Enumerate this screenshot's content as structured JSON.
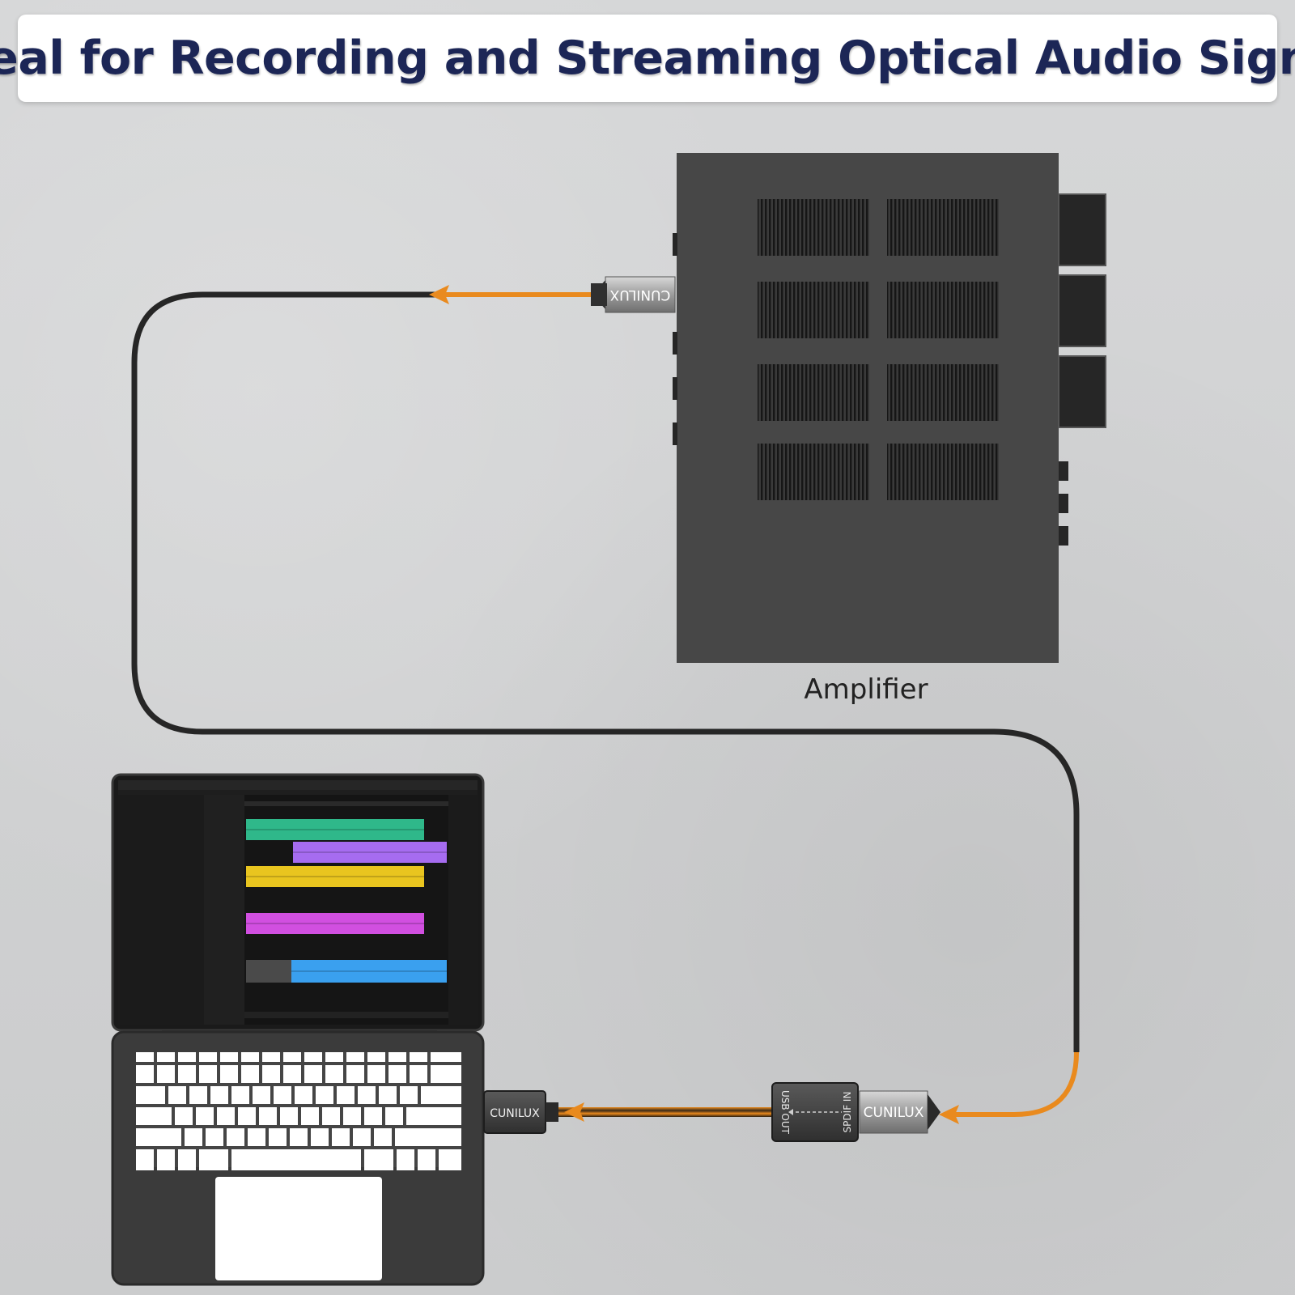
{
  "title": "Ideal for Recording and Streaming Optical Audio Signal",
  "amplifier": {
    "label": "Amplifier"
  },
  "adapter": {
    "port_left": "USB OUT",
    "port_right": "SPDIF IN"
  },
  "brand": "CUNILUX",
  "colors": {
    "title_text": "#1c2656",
    "cable_signal": "#e98a1e",
    "amplifier_body": "#474747",
    "background": "#cfd0d1"
  },
  "daw_tracks": [
    {
      "color": "#2fb88a"
    },
    {
      "color": "#a66cf0"
    },
    {
      "color": "#e9c51f"
    },
    {
      "color": "#d14fe0"
    },
    {
      "color": "#3aa0ef"
    }
  ]
}
